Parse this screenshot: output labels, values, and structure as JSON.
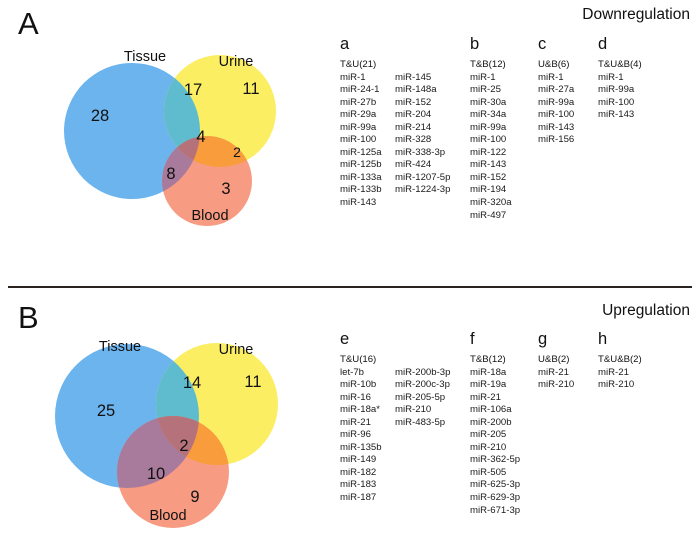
{
  "figure": {
    "panels": [
      {
        "letter": "A",
        "regulation": "Downregulation",
        "venn": {
          "sets": [
            {
              "name": "Tissue",
              "label": "Tissue"
            },
            {
              "name": "Urine",
              "label": "Urine"
            },
            {
              "name": "Blood",
              "label": "Blood"
            }
          ],
          "counts": {
            "tissue_only": "28",
            "urine_only": "11",
            "blood_only": "3",
            "tissue_urine": "17",
            "tissue_blood": "8",
            "urine_blood": "2",
            "all_three": "4"
          }
        },
        "lists": [
          {
            "letter": "a",
            "header": "T&U(21)",
            "columns": [
              [
                "miR-1",
                "miR-24-1",
                "miR-27b",
                "miR-29a",
                "miR-99a",
                "miR-100",
                "miR-125a",
                "miR-125b",
                "miR-133a",
                "miR-133b",
                "miR-143"
              ],
              [
                "miR-145",
                "miR-148a",
                "miR-152",
                "miR-204",
                "miR-214",
                "miR-328",
                "miR-338-3p",
                "miR-424",
                "miR-1207-5p",
                "miR-1224-3p"
              ]
            ]
          },
          {
            "letter": "b",
            "header": "T&B(12)",
            "columns": [
              [
                "miR-1",
                "miR-25",
                "miR-30a",
                "miR-34a",
                "miR-99a",
                "miR-100",
                "miR-122",
                "miR-143",
                "miR-152",
                "miR-194",
                "miR-320a",
                "miR-497"
              ]
            ]
          },
          {
            "letter": "c",
            "header": "U&B(6)",
            "columns": [
              [
                "miR-1",
                "miR-27a",
                "miR-99a",
                "miR-100",
                "miR-143",
                "miR-156"
              ]
            ]
          },
          {
            "letter": "d",
            "header": "T&U&B(4)",
            "columns": [
              [
                "miR-1",
                "miR-99a",
                "miR-100",
                "miR-143"
              ]
            ]
          }
        ]
      },
      {
        "letter": "B",
        "regulation": "Upregulation",
        "venn": {
          "sets": [
            {
              "name": "Tissue",
              "label": "Tissue"
            },
            {
              "name": "Urine",
              "label": "Urine"
            },
            {
              "name": "Blood",
              "label": "Blood"
            }
          ],
          "counts": {
            "tissue_only": "25",
            "urine_only": "11",
            "blood_only": "9",
            "tissue_urine": "14",
            "tissue_blood": "10",
            "urine_blood": "",
            "all_three": "2"
          }
        },
        "lists": [
          {
            "letter": "e",
            "header": "T&U(16)",
            "columns": [
              [
                "let-7b",
                "miR-10b",
                "miR-16",
                "miR-18a*",
                "miR-21",
                "miR-96",
                "miR-135b",
                "miR-149",
                "miR-182",
                "miR-183",
                "miR-187"
              ],
              [
                "miR-200b-3p",
                "miR-200c-3p",
                "miR-205-5p",
                "miR-210",
                "miR-483-5p"
              ]
            ]
          },
          {
            "letter": "f",
            "header": "T&B(12)",
            "columns": [
              [
                "miR-18a",
                "miR-19a",
                "miR-21",
                "miR-106a",
                "miR-200b",
                "miR-205",
                "miR-210",
                "miR-362-5p",
                "miR-505",
                "miR-625-3p",
                "miR-629-3p",
                "miR-671-3p"
              ]
            ]
          },
          {
            "letter": "g",
            "header": "U&B(2)",
            "columns": [
              [
                "miR-21",
                "miR-210"
              ]
            ]
          },
          {
            "letter": "h",
            "header": "T&U&B(2)",
            "columns": [
              [
                "miR-21",
                "miR-210"
              ]
            ]
          }
        ]
      }
    ],
    "colors": {
      "tissue": "#6CB4EE",
      "urine": "#FCEE63",
      "blood": "#F79B83",
      "tissue_urine": "#5FBCCE",
      "tissue_blood": "#A87A9B",
      "urine_blood": "#F89C3C",
      "all_three": "#B5727A",
      "divider": "#2b2320",
      "text": "#111111"
    }
  }
}
